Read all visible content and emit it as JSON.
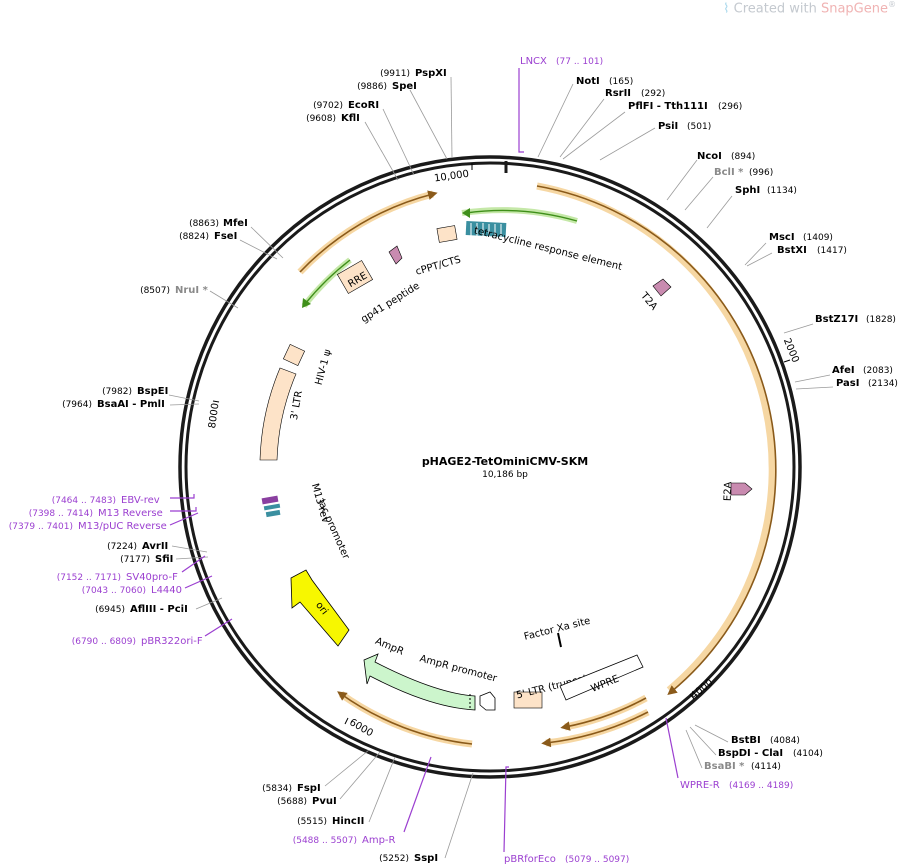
{
  "watermark": {
    "prefix": "Created with",
    "brand": "SnapGene",
    "mark": "®"
  },
  "plasmid": {
    "name": "pHAGE2-TetOminiCMV-SKM",
    "size_label": "10,186 bp",
    "length": 10186
  },
  "ticks": [
    "10,000",
    "2000",
    "4000",
    "6000",
    "8000"
  ],
  "enzymes_right": [
    {
      "name": "NotI",
      "pos": "(165)",
      "grey": false
    },
    {
      "name": "RsrII",
      "pos": "(292)",
      "grey": false
    },
    {
      "name": "PflFI - Tth111I",
      "pos": "(296)",
      "grey": false
    },
    {
      "name": "PsiI",
      "pos": "(501)",
      "grey": false
    },
    {
      "name": "NcoI",
      "pos": "(894)",
      "grey": false
    },
    {
      "name": "BclI *",
      "pos": "(996)",
      "grey": true
    },
    {
      "name": "SphI",
      "pos": "(1134)",
      "grey": false
    },
    {
      "name": "MscI",
      "pos": "(1409)",
      "grey": false
    },
    {
      "name": "BstXI",
      "pos": "(1417)",
      "grey": false
    },
    {
      "name": "BstZ17I",
      "pos": "(1828)",
      "grey": false
    },
    {
      "name": "AfeI",
      "pos": "(2083)",
      "grey": false
    },
    {
      "name": "PasI",
      "pos": "(2134)",
      "grey": false
    },
    {
      "name": "BstBI",
      "pos": "(4084)",
      "grey": false
    },
    {
      "name": "BspDI - ClaI",
      "pos": "(4104)",
      "grey": false
    },
    {
      "name": "BsaBI *",
      "pos": "(4114)",
      "grey": true
    }
  ],
  "enzymes_left": [
    {
      "name": "PspXI",
      "pos": "(9911)",
      "grey": false
    },
    {
      "name": "SpeI",
      "pos": "(9886)",
      "grey": false
    },
    {
      "name": "EcoRI",
      "pos": "(9702)",
      "grey": false
    },
    {
      "name": "KflI",
      "pos": "(9608)",
      "grey": false
    },
    {
      "name": "MfeI",
      "pos": "(8863)",
      "grey": false
    },
    {
      "name": "FseI",
      "pos": "(8824)",
      "grey": false
    },
    {
      "name": "NruI *",
      "pos": "(8507)",
      "grey": true
    },
    {
      "name": "BspEI",
      "pos": "(7982)",
      "grey": false
    },
    {
      "name": "BsaAI - PmlI",
      "pos": "(7964)",
      "grey": false
    },
    {
      "name": "AvrII",
      "pos": "(7224)",
      "grey": false
    },
    {
      "name": "SfiI",
      "pos": "(7177)",
      "grey": false
    },
    {
      "name": "AflIII - PciI",
      "pos": "(6945)",
      "grey": false
    },
    {
      "name": "FspI",
      "pos": "(5834)",
      "grey": false
    },
    {
      "name": "PvuI",
      "pos": "(5688)",
      "grey": false
    },
    {
      "name": "HincII",
      "pos": "(5515)",
      "grey": false
    },
    {
      "name": "SspI",
      "pos": "(5252)",
      "grey": false
    }
  ],
  "primers": [
    {
      "name": "LNCX",
      "pos": "(77 .. 101)"
    },
    {
      "name": "EBV-rev",
      "pos": "(7464 .. 7483)"
    },
    {
      "name": "M13 Reverse",
      "pos": "(7398 .. 7414)"
    },
    {
      "name": "M13/pUC Reverse",
      "pos": "(7379 .. 7401)"
    },
    {
      "name": "SV40pro-F",
      "pos": "(7152 .. 7171)"
    },
    {
      "name": "L4440",
      "pos": "(7043 .. 7060)"
    },
    {
      "name": "pBR322ori-F",
      "pos": "(6790 .. 6809)"
    },
    {
      "name": "WPRE-R",
      "pos": "(4169 .. 4189)"
    },
    {
      "name": "Amp-R",
      "pos": "(5488 .. 5507)"
    },
    {
      "name": "pBRforEco",
      "pos": "(5079 .. 5097)"
    }
  ],
  "features": {
    "tre": "tetracycline response element",
    "t2a": "T2A",
    "e2a": "E2A",
    "cppt": "cPPT/CTS",
    "gp41": "gp41 peptide",
    "rre": "RRE",
    "hiv": "HIV-1 ψ",
    "ltr3": "3' LTR",
    "m13rev": "M13 rev",
    "lac": "lac promoter",
    "ori": "ori",
    "ampr": "AmpR",
    "amprprom": "AmpR promoter",
    "ltr5": "5' LTR (truncated)",
    "wpre": "WPRE",
    "fxa": "Factor Xa site"
  },
  "colors": {
    "primer": "#9b3fd0",
    "orf_fill": "#f6d7a3",
    "orf_stroke": "#8a5a1a",
    "green_arrow": "#6bbf2a",
    "ltr_fill": "#fde3c8",
    "ori_fill": "#f7f700",
    "ampr_fill": "#ccf5cc",
    "tre_fill": "#3a8fa0",
    "small_feat": "#c98bb0"
  }
}
